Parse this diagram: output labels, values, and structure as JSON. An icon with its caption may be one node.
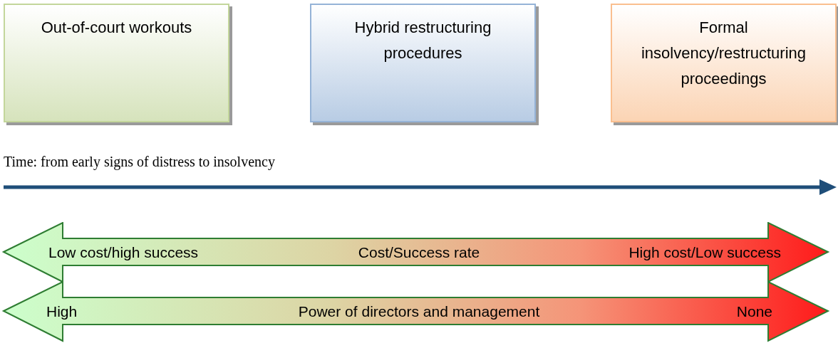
{
  "diagram": {
    "nodes": [
      {
        "text": [
          "Out-of-court workouts"
        ]
      },
      {
        "text": [
          "Hybrid restructuring procedures"
        ]
      },
      {
        "text": [
          "Formal insolvency/restructuring proceedings"
        ]
      },
      {
        "text": [
          "Low cost/high success",
          "Cost/Success rate",
          "High cost/Low success"
        ]
      },
      {
        "text": [
          "High",
          "Power of directors and management",
          "None"
        ]
      }
    ],
    "labels": [
      "Time: from early signs of distress to insolvency"
    ]
  }
}
